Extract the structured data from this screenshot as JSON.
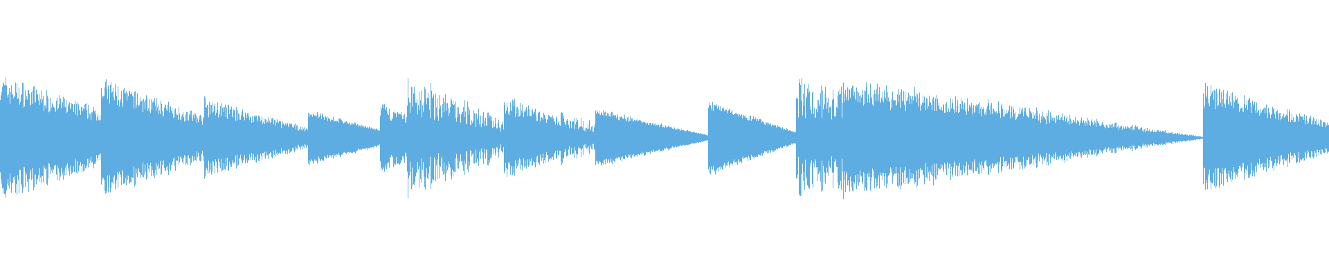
{
  "waveform": {
    "color": "#5dade2",
    "background": "#ffffff",
    "segments": [
      {
        "start": 0.0,
        "end": 0.076,
        "peak": 0.44,
        "decay": 0.55,
        "density": "dense"
      },
      {
        "start": 0.076,
        "end": 0.153,
        "peak": 0.42,
        "decay": 0.62,
        "density": "dense"
      },
      {
        "start": 0.153,
        "end": 0.232,
        "peak": 0.28,
        "decay": 0.75,
        "density": "dense"
      },
      {
        "start": 0.232,
        "end": 0.286,
        "peak": 0.19,
        "decay": 0.7,
        "density": "solid"
      },
      {
        "start": 0.286,
        "end": 0.306,
        "peak": 0.24,
        "decay": 0.3,
        "density": "dense"
      },
      {
        "start": 0.306,
        "end": 0.379,
        "peak": 0.42,
        "decay": 0.7,
        "density": "sparse"
      },
      {
        "start": 0.379,
        "end": 0.421,
        "peak": 0.3,
        "decay": 0.55,
        "density": "dense"
      },
      {
        "start": 0.421,
        "end": 0.448,
        "peak": 0.2,
        "decay": 0.5,
        "density": "sparse"
      },
      {
        "start": 0.448,
        "end": 0.533,
        "peak": 0.2,
        "decay": 0.9,
        "density": "solid"
      },
      {
        "start": 0.533,
        "end": 0.599,
        "peak": 0.26,
        "decay": 0.85,
        "density": "solid"
      },
      {
        "start": 0.599,
        "end": 0.634,
        "peak": 0.4,
        "decay": 0.15,
        "density": "sparse"
      },
      {
        "start": 0.634,
        "end": 0.905,
        "peak": 0.42,
        "decay": 0.98,
        "density": "dense"
      },
      {
        "start": 0.905,
        "end": 1.0,
        "peak": 0.38,
        "decay": 0.7,
        "density": "dense"
      }
    ]
  }
}
